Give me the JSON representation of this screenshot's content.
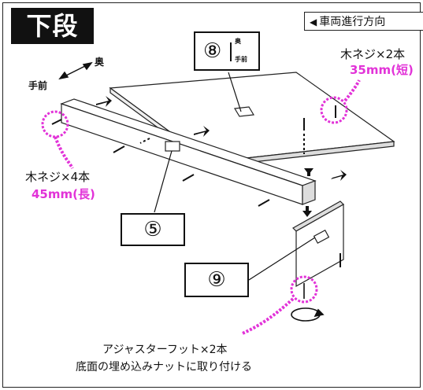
{
  "section": {
    "title": "下段"
  },
  "direction": {
    "icon": "car-direction-icon",
    "label": "車両進行方向"
  },
  "orientation": {
    "back_label": "奥",
    "front_label": "手前"
  },
  "screws_right": {
    "label": "木ネジ×2本",
    "spec": "35mm(短)"
  },
  "screws_left": {
    "label": "木ネジ×4本",
    "spec": "45mm(長)"
  },
  "parts": {
    "part8": "⑧",
    "part5": "⑤",
    "part9": "⑨"
  },
  "indicator8": {
    "top": "奥",
    "bottom": "手前"
  },
  "feet": {
    "line1": "アジャスターフット×2本",
    "line2": "底面の埋め込みナットに取り付ける"
  },
  "colors": {
    "accent": "#e233d8",
    "ink": "#111111",
    "panel": "#ffffff"
  }
}
